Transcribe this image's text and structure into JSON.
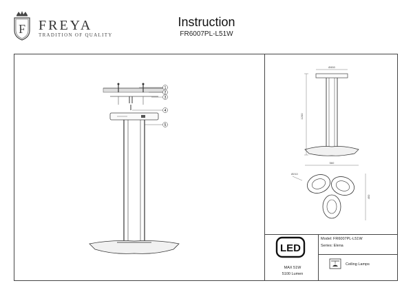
{
  "brand": {
    "logo_letter": "F",
    "name": "FREYA",
    "tagline": "TRADITION OF QUALITY"
  },
  "header": {
    "title": "Instruction",
    "model": "FR6007PL-L51W"
  },
  "callouts": [
    "1",
    "2",
    "3",
    "4",
    "5"
  ],
  "info": {
    "model_label": "Model: FR6007PL-L51W",
    "series_label": "Series: Elena",
    "category_label": "Ceiling Lamps",
    "led_label": "LED",
    "max_power": "MAX 51W",
    "lumen": "5100 Lumen"
  },
  "dimensions": {
    "side_top": "Ø450",
    "side_height": "1200",
    "top_width": "560",
    "top_depth": "450",
    "top_diag": "Ø210"
  }
}
